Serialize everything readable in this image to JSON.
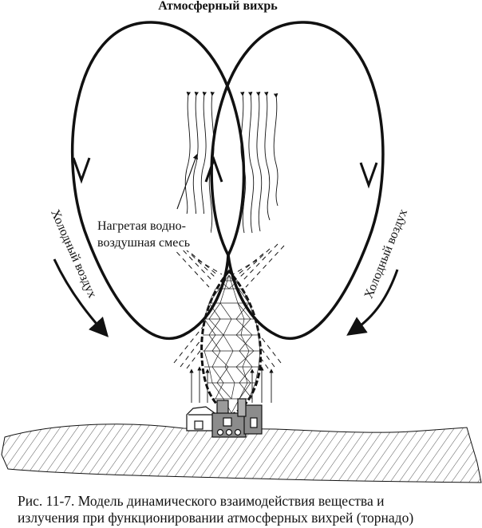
{
  "figure": {
    "title": "Атмосферный вихрь",
    "label_mixture_line1": "Нагретая водно-",
    "label_mixture_line2": "воздушная смесь",
    "label_cold_left": "Холодный воздух",
    "label_cold_right": "Холодный воздух"
  },
  "caption": {
    "line1": "Рис. 11-7. Модель динамического взаимодействия вещества и",
    "line2": "излучения при функционировании атмосферных вихрей (торнадо)"
  }
}
